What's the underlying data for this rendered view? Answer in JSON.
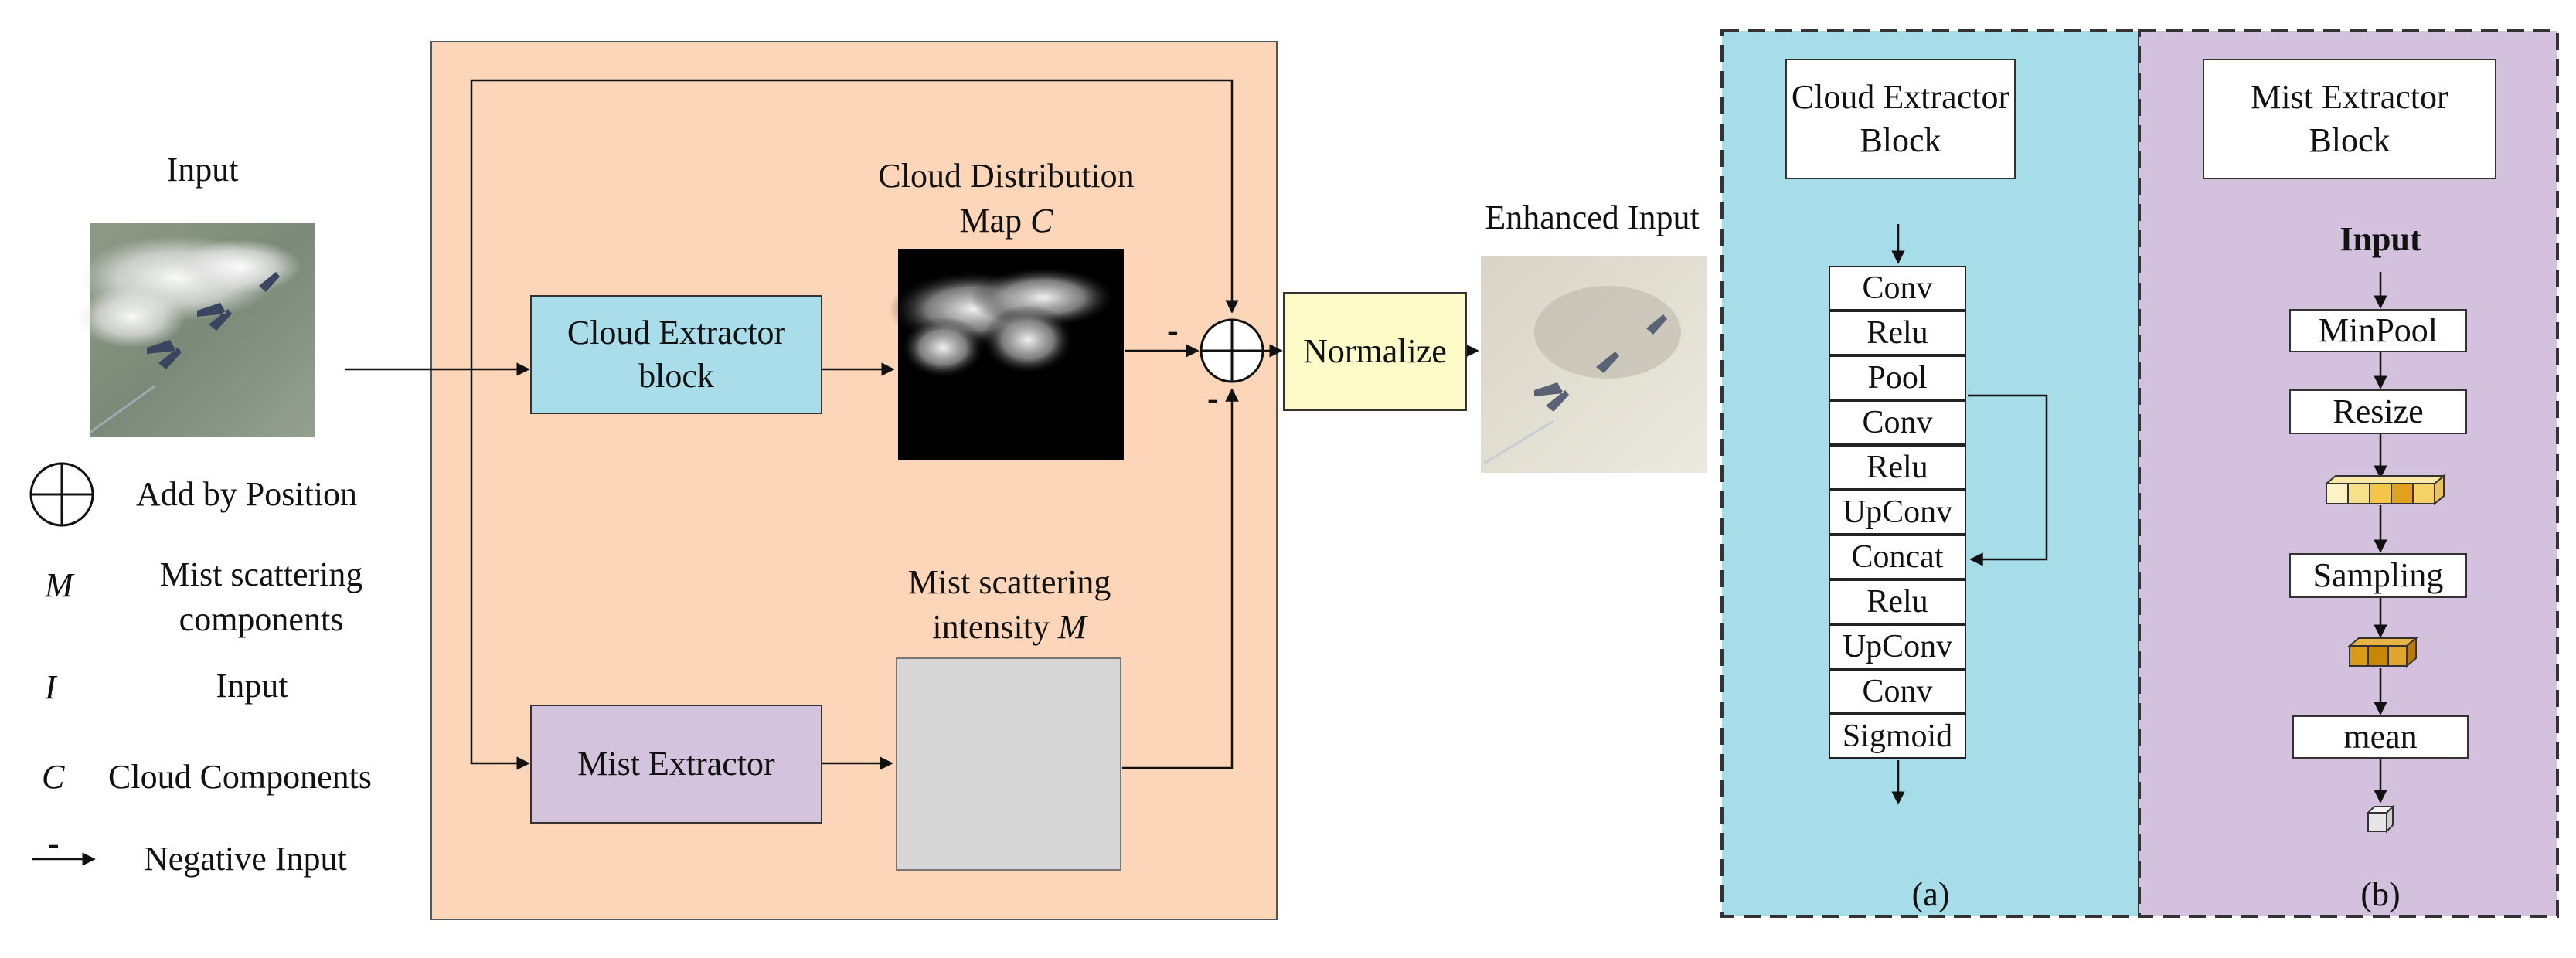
{
  "legend": {
    "input_label": "Input",
    "items": [
      {
        "symbol": "",
        "text": "Add by Position"
      },
      {
        "symbol": "M",
        "text": "Mist scattering components"
      },
      {
        "symbol": "I",
        "text": "Input"
      },
      {
        "symbol": "C",
        "text": "Cloud Components"
      },
      {
        "symbol": "-",
        "text": "Negative Input"
      }
    ],
    "mist_line1": "Mist scattering",
    "mist_line2": "components"
  },
  "main": {
    "cloud_block_line1": "Cloud Extractor",
    "cloud_block_line2": "block",
    "mist_block": "Mist Extractor",
    "cloud_map_line1": "Cloud Distribution",
    "cloud_map_line2": "Map",
    "cloud_map_var": "C",
    "mist_map_line1": "Mist scattering",
    "mist_map_line2": "intensity",
    "mist_map_var": "M",
    "minus_sign": "-",
    "normalize": "Normalize",
    "enhanced_label": "Enhanced Input"
  },
  "panel_a": {
    "title_line1": "Cloud Extractor",
    "title_line2": "Block",
    "layers": [
      "Conv",
      "Relu",
      "Pool",
      "Conv",
      "Relu",
      "UpConv",
      "Concat",
      "Relu",
      "UpConv",
      "Conv",
      "Sigmoid"
    ],
    "caption": "(a)"
  },
  "panel_b": {
    "title_line1": "Mist Extractor",
    "title_line2": "Block",
    "input_label": "Input",
    "minpool": "MinPool",
    "resize": "Resize",
    "sampling": "Sampling",
    "mean": "mean",
    "caption": "(b)"
  },
  "colors": {
    "main_bg": "#fdd5b8",
    "cloud_block": "#a8dde9",
    "mist_block": "#d3c3dd",
    "normalize": "#fdfcc8",
    "panel_a_bg": "#a6dde8",
    "panel_b_bg": "#d3c1de",
    "mist_map": "#d6d6d6"
  }
}
